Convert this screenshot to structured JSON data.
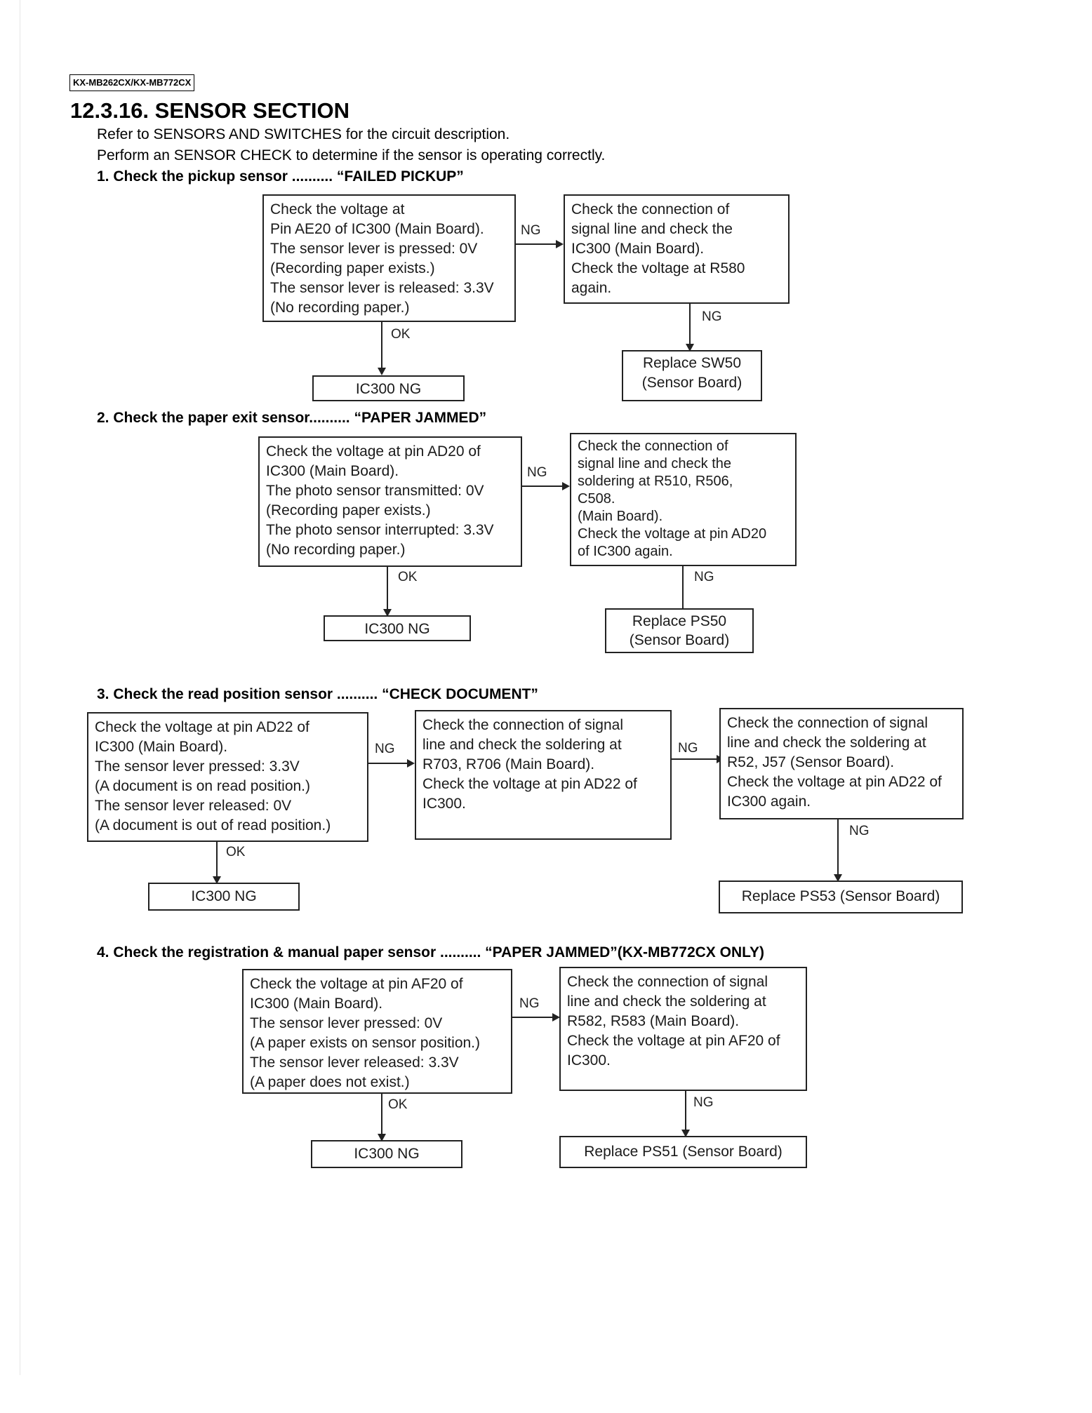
{
  "header": {
    "model": "KX-MB262CX/KX-MB772CX",
    "section_title": "12.3.16.  SENSOR SECTION",
    "intro": [
      "Refer to SENSORS AND SWITCHES for the  circuit description.",
      "Perform an SENSOR CHECK to determine if  the sensor is operating  correctly."
    ]
  },
  "checks": [
    {
      "heading": "1. Check the  pickup sensor .......... “FAILED PICKUP”",
      "start": [
        "Check the voltage at",
        "Pin AE20 of IC300 (Main Board).",
        "The sensor lever is pressed: 0V",
        "(Recording paper exists.)",
        "The sensor lever is released: 3.3V",
        "(No recording paper.)"
      ],
      "ng_box": [
        "Check the connection of",
        "signal line and check the",
        "IC300 (Main Board).",
        "Check the voltage at R580",
        "again."
      ],
      "ok_result": [
        "IC300 NG"
      ],
      "final": [
        "Replace SW50",
        "(Sensor Board)"
      ],
      "ok_label": "OK",
      "ng_label_1": "NG",
      "ng_label_2": "NG"
    },
    {
      "heading": "2. Check the paper exit sensor.......... “PAPER JAMMED”",
      "start": [
        "Check the voltage at pin AD20 of",
        "IC300 (Main Board).",
        "The photo sensor transmitted: 0V",
        "(Recording paper exists.)",
        "The photo sensor interrupted: 3.3V",
        "(No recording paper.)"
      ],
      "ng_box": [
        "Check the connection of",
        "signal line and check the",
        "soldering at R510, R506,",
        "C508.",
        " (Main Board).",
        "Check the voltage at pin AD20",
        "of IC300 again."
      ],
      "ok_result": [
        "IC300 NG"
      ],
      "final": [
        "Replace PS50",
        "(Sensor Board)"
      ],
      "ok_label": "OK",
      "ng_label_1": "NG",
      "ng_label_2": "NG"
    },
    {
      "heading": "3. Check the  read position sensor ..........  “CHECK DOCUMENT”",
      "start": [
        "Check the voltage at pin AD22 of",
        "IC300 (Main Board).",
        "The sensor lever pressed: 3.3V",
        "(A document is on read position.)",
        "The sensor lever released: 0V",
        "(A document is out of read position.)"
      ],
      "ng_box": [
        "Check the connection of signal",
        "line and check the soldering at",
        "R703, R706 (Main Board).",
        "Check the voltage at pin AD22 of",
        "IC300."
      ],
      "ng_box_2": [
        "Check the connection of signal",
        "line and check the soldering at",
        "R52, J57 (Sensor Board).",
        "Check the voltage at pin AD22 of",
        "IC300 again."
      ],
      "ok_result": [
        "IC300 NG"
      ],
      "final": [
        "Replace PS53 (Sensor Board)"
      ],
      "ok_label": "OK",
      "ng_label_1": "NG",
      "ng_label_2": "NG",
      "ng_label_3": "NG"
    },
    {
      "heading": "4. Check the  registration & manual paper sensor .......... “PAPER JAMMED”(KX-MB772CX ONLY)",
      "start": [
        "Check the voltage at pin AF20 of",
        "IC300 (Main Board).",
        "The sensor lever pressed: 0V",
        "(A paper exists on sensor position.)",
        "The sensor lever released: 3.3V",
        "(A paper does not exist.)"
      ],
      "ng_box": [
        "Check the connection of signal",
        "line and check the soldering at",
        "R582, R583 (Main Board).",
        "Check the voltage at pin AF20 of",
        "IC300."
      ],
      "ok_result": [
        "IC300 NG"
      ],
      "final": [
        "Replace PS51 (Sensor Board)"
      ],
      "ok_label": "OK",
      "ng_label_1": "NG",
      "ng_label_2": "NG"
    }
  ]
}
